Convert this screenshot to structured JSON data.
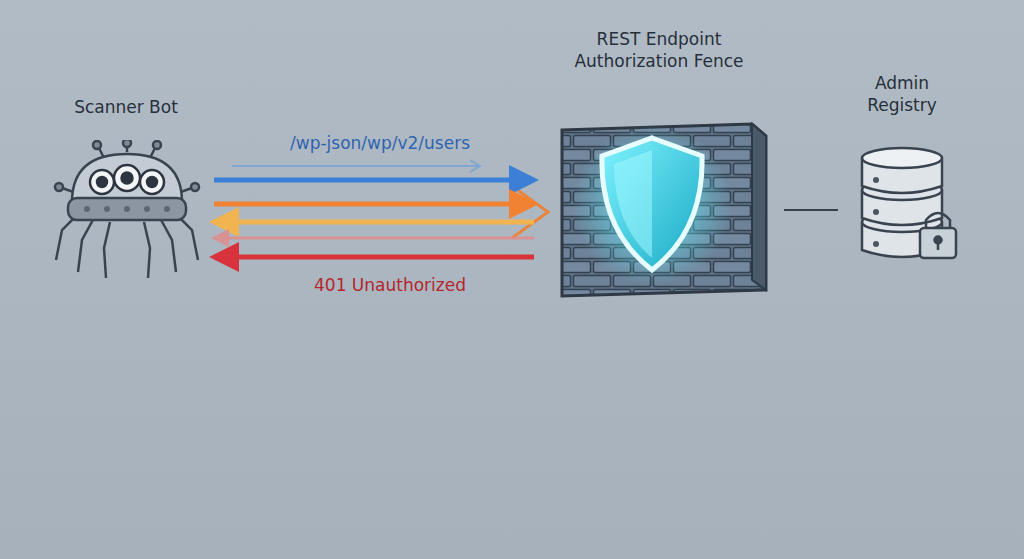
{
  "diagram": {
    "nodes": [
      {
        "text": [
          "Scanner Bot"
        ]
      },
      {
        "text": [
          "REST Endpoint Authorization Fence"
        ]
      },
      {
        "text": [
          "Admin Registry"
        ]
      }
    ],
    "edges": [
      {
        "from": 0,
        "to": 1,
        "label": "/wp-json/wp/v2/users",
        "arrow": "to"
      },
      {
        "from": 0,
        "to": 1,
        "arrow": "to"
      },
      {
        "from": 1,
        "to": 0,
        "arrow": "to"
      },
      {
        "from": 1,
        "to": 0,
        "arrow": "to"
      },
      {
        "from": 1,
        "to": 0,
        "label": "401 Unauthorized",
        "arrow": "to"
      },
      {
        "from": 1,
        "to": 2,
        "arrow": "none"
      }
    ]
  }
}
